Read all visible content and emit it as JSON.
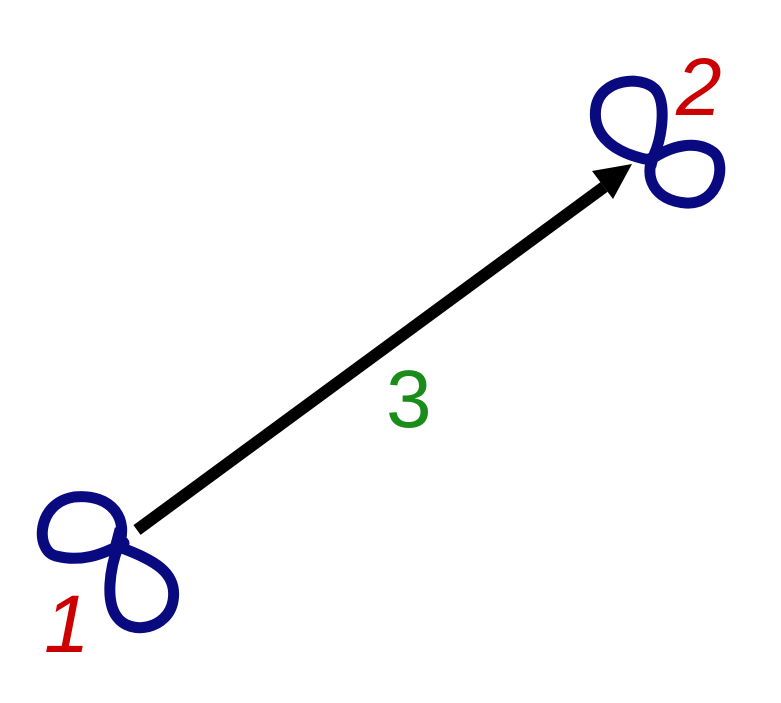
{
  "diagram": {
    "labels": {
      "node_1": "1",
      "node_2": "2",
      "edge_3": "3"
    },
    "colors": {
      "loop": "#0a0a80",
      "node_label": "#cc0000",
      "edge_label": "#1a8c1a",
      "arrow": "#000000"
    },
    "icons": {
      "node_1": "figure-eight-loop-icon",
      "node_2": "figure-eight-loop-icon",
      "edge": "arrow-icon"
    }
  }
}
